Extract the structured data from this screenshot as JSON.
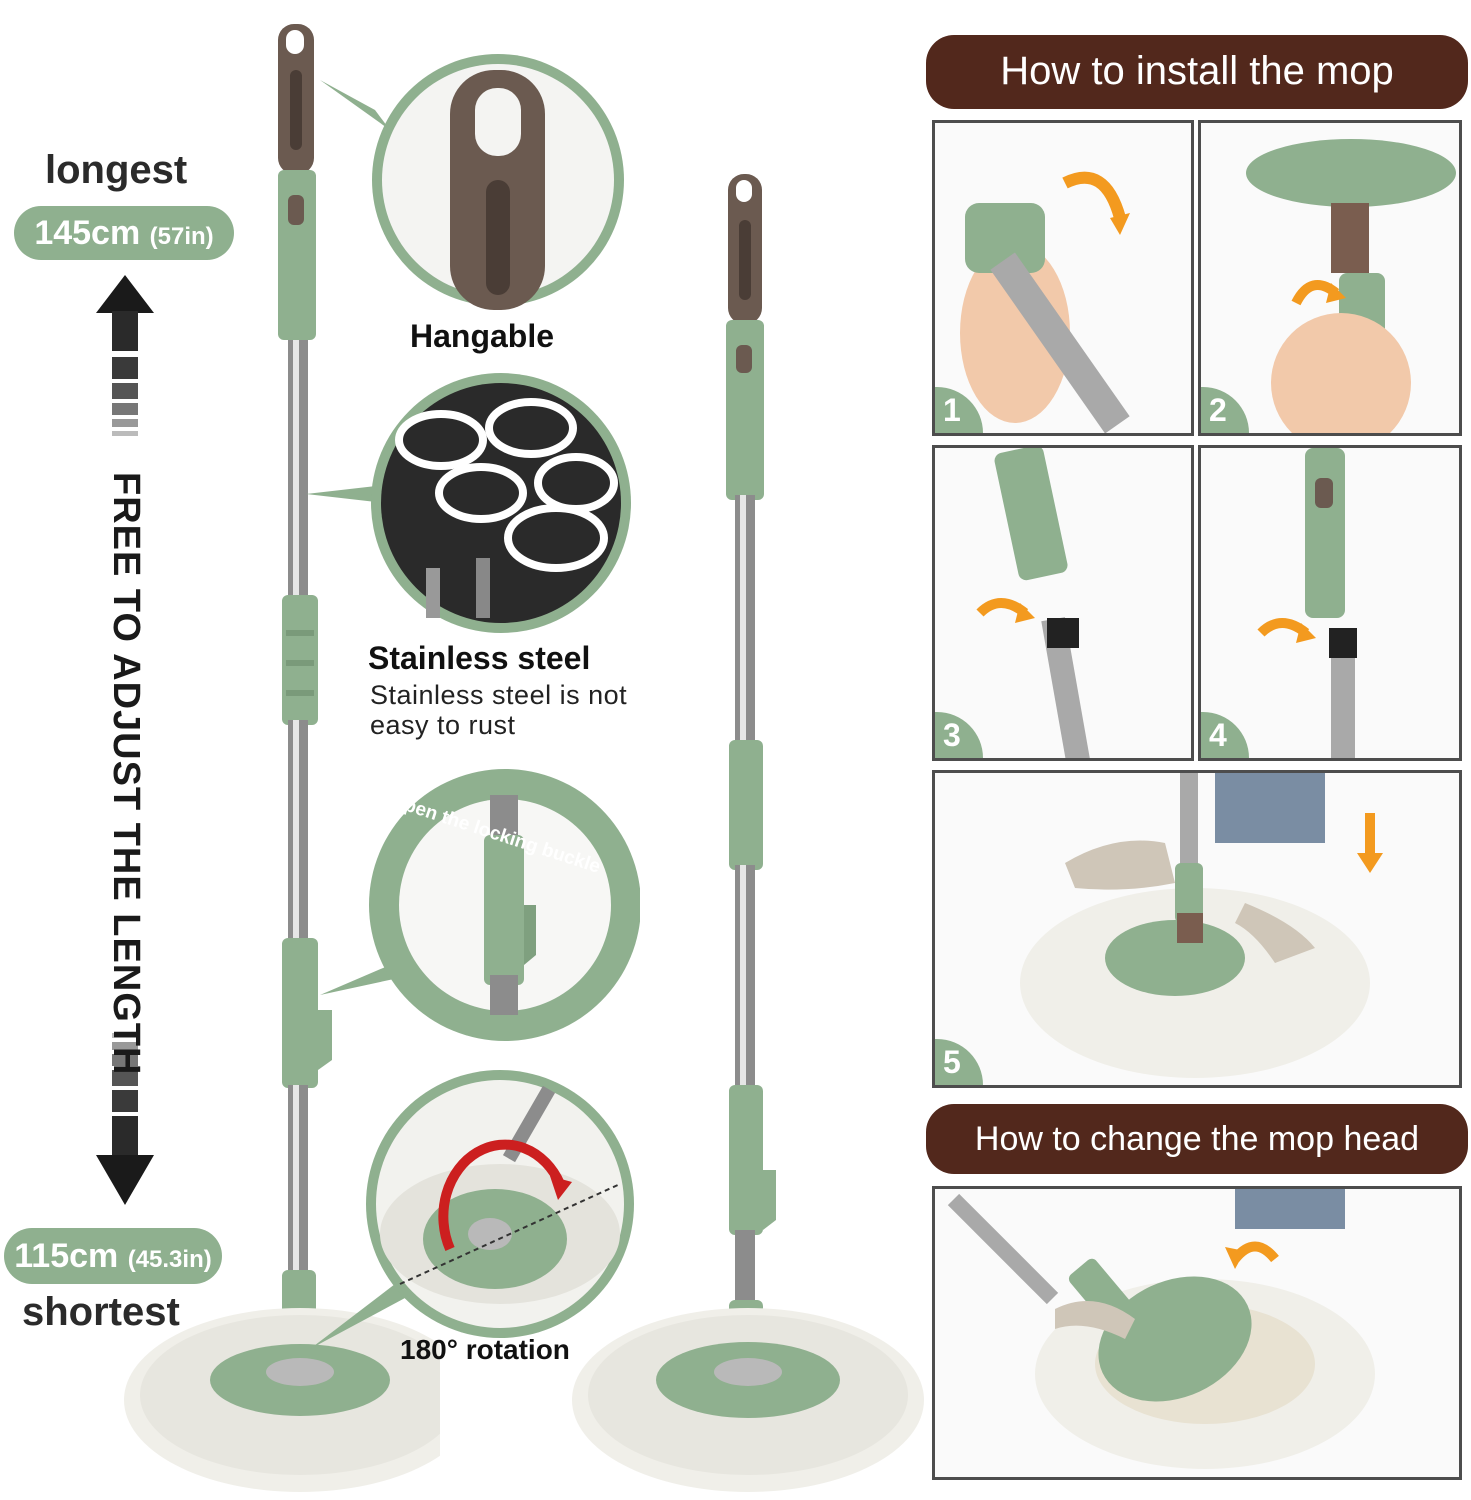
{
  "length": {
    "longest_label": "longest",
    "longest_value": "145cm",
    "longest_unit": "(57in)",
    "shortest_label": "shortest",
    "shortest_value": "115cm",
    "shortest_unit": "(45.3in)",
    "adjust_text": "FREE TO ADJUST THE LENGTH"
  },
  "features": {
    "hangable": "Hangable",
    "steel_title": "Stainless  steel",
    "steel_desc_1": "Stainless  steel is not",
    "steel_desc_2": "easy to rust",
    "buckle_text": "Open the locking buckle",
    "rotation": "180° rotation"
  },
  "install": {
    "title": "How to install the mop",
    "steps": [
      "1",
      "2",
      "3",
      "4",
      "5"
    ]
  },
  "change": {
    "title": "How to change the mop head"
  },
  "colors": {
    "accent_green": "#8fb08f",
    "brown": "#52281c",
    "handle_brown": "#6b5a50",
    "arrow_orange": "#f39a1f"
  }
}
